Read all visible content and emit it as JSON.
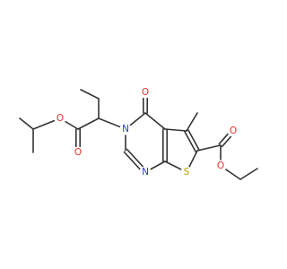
{
  "molecule": {
    "colors": {
      "bond": "#333333",
      "oxygen": "#e8322b",
      "nitrogen": "#2a3ccc",
      "sulfur": "#b8a000"
    },
    "atom_labels": [
      {
        "id": "o_ester_left",
        "text": "O",
        "element": "O"
      },
      {
        "id": "o_carbonyl_left",
        "text": "O",
        "element": "O"
      },
      {
        "id": "n_ring_3",
        "text": "N",
        "element": "N"
      },
      {
        "id": "o_ring_carbonyl",
        "text": "O",
        "element": "O"
      },
      {
        "id": "n_ring_1",
        "text": "N",
        "element": "N"
      },
      {
        "id": "s_thiophene",
        "text": "S",
        "element": "S"
      },
      {
        "id": "o_carbonyl_right",
        "text": "O",
        "element": "O"
      },
      {
        "id": "o_ester_right",
        "text": "O",
        "element": "O"
      }
    ]
  }
}
